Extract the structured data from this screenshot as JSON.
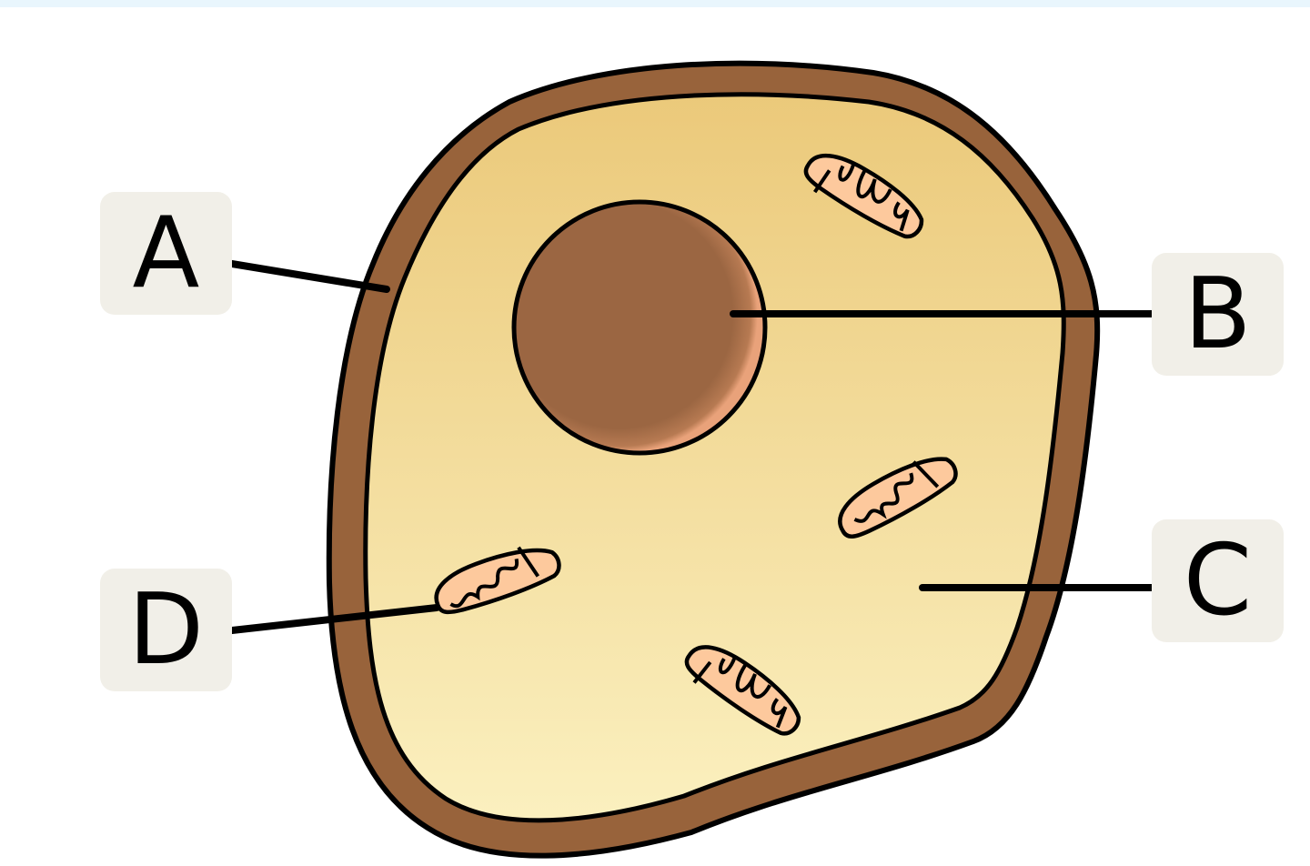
{
  "diagram": {
    "type": "animal-cell",
    "labels": [
      {
        "id": "A",
        "text": "A",
        "points_to": "cell-membrane"
      },
      {
        "id": "B",
        "text": "B",
        "points_to": "nucleus"
      },
      {
        "id": "C",
        "text": "C",
        "points_to": "cytoplasm"
      },
      {
        "id": "D",
        "text": "D",
        "points_to": "mitochondrion"
      }
    ],
    "colors": {
      "top_bar": "#e9f6fd",
      "membrane": "#98633b",
      "cytoplasm_top": "#ebc97a",
      "cytoplasm_bottom": "#fbf0bf",
      "nucleus": "#9b6642",
      "nucleus_highlight": "#e9a27a",
      "mitochondria": "#fdc99d",
      "label_box": "#f1efe8",
      "outline": "#000000"
    },
    "mitochondria_count": 4
  }
}
